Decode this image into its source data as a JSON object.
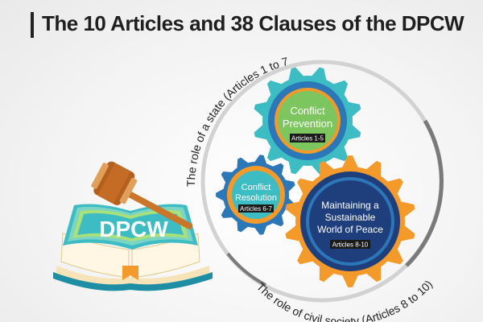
{
  "title": "The 10 Articles and 38 Clauses of the DPCW",
  "book_label": "DPCW",
  "arc_labels": {
    "state": "The role of a state (Articles 1 to 7)",
    "civil": "The role of civil society (Articles 8 to 10)"
  },
  "gears": {
    "prevention": {
      "line1": "Conflict",
      "line2": "Prevention",
      "tag": "Articles 1-5"
    },
    "resolution": {
      "line1": "Conflict",
      "line2": "Resolution",
      "tag": "Articles 6-7"
    },
    "peace": {
      "line1": "Maintaining a",
      "line2": "Sustainable",
      "line3": "World of Peace",
      "tag": "Articles 8-10"
    }
  },
  "colors": {
    "teal": "#3dbcc4",
    "blue": "#2c77b8",
    "orange": "#f39a2b",
    "navy": "#1f3e7c",
    "green": "#7cc55f",
    "ring": "#d0d0d0",
    "ring_dark": "#808080"
  }
}
